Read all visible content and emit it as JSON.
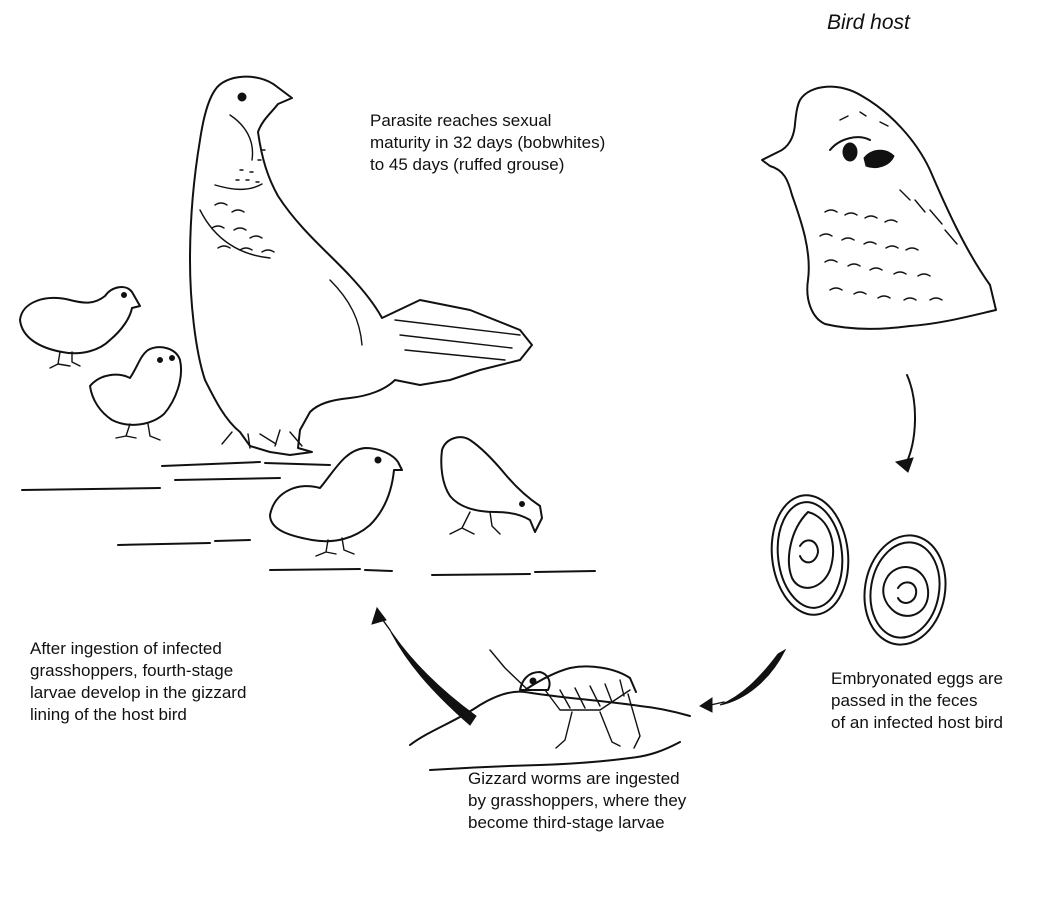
{
  "title": "Bird host",
  "captions": {
    "sexual_maturity": [
      "Parasite reaches sexual",
      "maturity in 32 days (bobwhites)",
      "to 45 days (ruffed grouse)"
    ],
    "ingestion_by_bird": [
      "After ingestion of infected",
      "grasshoppers, fourth-stage",
      "larvae develop in the gizzard",
      "lining of the host bird"
    ],
    "eggs_passed": [
      "Embryonated eggs are",
      "passed in the feces",
      "of an infected host bird"
    ],
    "grasshopper_stage": [
      "Gizzard worms are ingested",
      "by grasshoppers, where they",
      "become third-stage larvae"
    ]
  },
  "illustrations": [
    "grouse-with-chicks",
    "grouse-head",
    "embryonated-eggs",
    "grasshopper"
  ],
  "colors": {
    "ink": "#111111",
    "background": "#ffffff"
  }
}
